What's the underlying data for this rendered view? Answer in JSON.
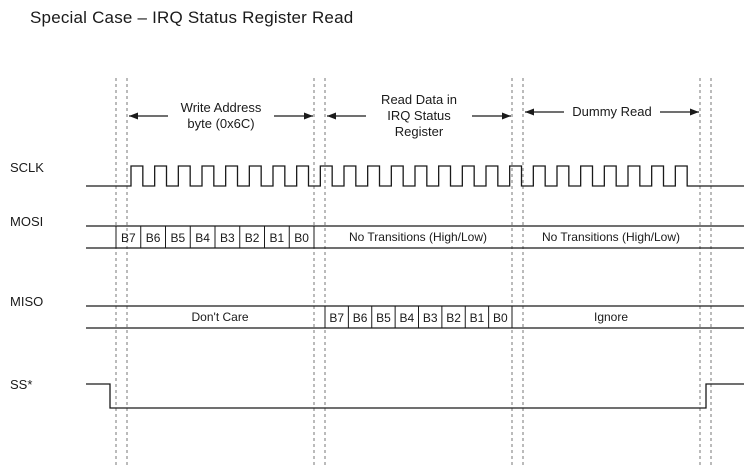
{
  "title": "Special Case – IRQ Status Register Read",
  "colors": {
    "line": "#1a1a1a",
    "dashed_line": "#777777"
  },
  "sections": [
    {
      "label_lines": [
        "Write Address",
        "byte (0x6C)"
      ]
    },
    {
      "label_lines": [
        "Read Data in",
        "IRQ Status",
        "Register"
      ]
    },
    {
      "label_lines": [
        "Dummy Read"
      ]
    }
  ],
  "signals": {
    "sclk": {
      "label": "SCLK"
    },
    "mosi": {
      "label": "MOSI",
      "bits": [
        "B7",
        "B6",
        "B5",
        "B4",
        "B3",
        "B2",
        "B1",
        "B0"
      ],
      "section2_text": "No Transitions (High/Low)",
      "section3_text": "No Transitions (High/Low)"
    },
    "miso": {
      "label": "MISO",
      "section1_text": "Don't Care",
      "bits": [
        "B7",
        "B6",
        "B5",
        "B4",
        "B3",
        "B2",
        "B1",
        "B0"
      ],
      "section3_text": "Ignore"
    },
    "ss": {
      "label": "SS*"
    }
  }
}
